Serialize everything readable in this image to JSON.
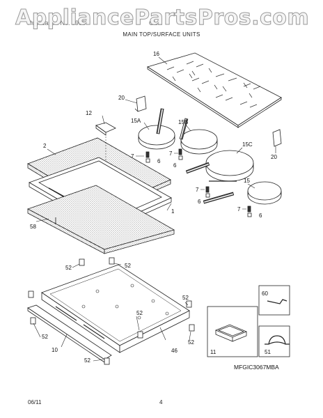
{
  "watermark": "AppliancePartsPros.com",
  "header": {
    "publication": "Publication No. 5995",
    "model": "GL..."
  },
  "section_title": "MAIN TOP/SURFACE UNITS",
  "figure_code": "MFGIC3067MBA",
  "footer": {
    "date": "06/11",
    "page": "4"
  },
  "callouts": {
    "c16": "16",
    "c20a": "20",
    "c20b": "20",
    "c12": "12",
    "c15a": "15A",
    "c15b": "15B",
    "c15c": "15C",
    "c15": "15",
    "c2": "2",
    "c7a": "7",
    "c7b": "7",
    "c7c": "7",
    "c7d": "7",
    "c6a": "6",
    "c6b": "6",
    "c6c": "6",
    "c6d": "6",
    "c1": "1",
    "c58": "58",
    "c52a": "52",
    "c52b": "52",
    "c52c": "52",
    "c52d": "52",
    "c52e": "52",
    "c52f": "52",
    "c52g": "52",
    "c10": "10",
    "c46": "46",
    "c60": "60",
    "c11": "11",
    "c51": "51"
  }
}
